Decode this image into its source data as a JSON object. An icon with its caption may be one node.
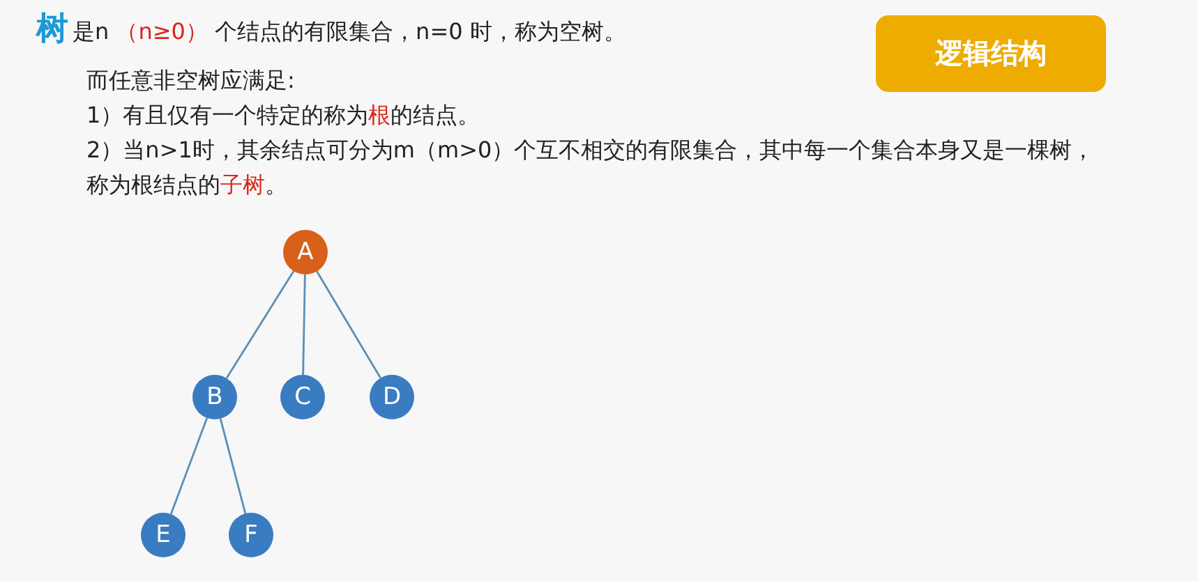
{
  "diagram": {
    "title": "树",
    "nodes": [
      {
        "text": [
          "逻辑结构"
        ]
      },
      {
        "text": [
          "A"
        ]
      },
      {
        "text": [
          "B"
        ]
      },
      {
        "text": [
          "C"
        ]
      },
      {
        "text": [
          "D"
        ]
      },
      {
        "text": [
          "E"
        ]
      },
      {
        "text": [
          "F"
        ]
      }
    ],
    "edges": [
      {
        "from": 1,
        "to": 2,
        "arrow": "none"
      },
      {
        "from": 1,
        "to": 3,
        "arrow": "none"
      },
      {
        "from": 1,
        "to": 4,
        "arrow": "none"
      },
      {
        "from": 2,
        "to": 5,
        "arrow": "none"
      },
      {
        "from": 2,
        "to": 6,
        "arrow": "none"
      }
    ],
    "labels": [
      "是n **（n≥0）** 个结点的有限集合，n=0 时，称为空树。",
      "而任意非空树应满足:",
      "1）有且仅有一个特定的称为**根**的结点。",
      "2）当n>1时，其余结点可分为m（m>0）个互不相交的有限集合，其中每一个集合本身又是一棵树，称为根结点的**子树**。"
    ]
  }
}
